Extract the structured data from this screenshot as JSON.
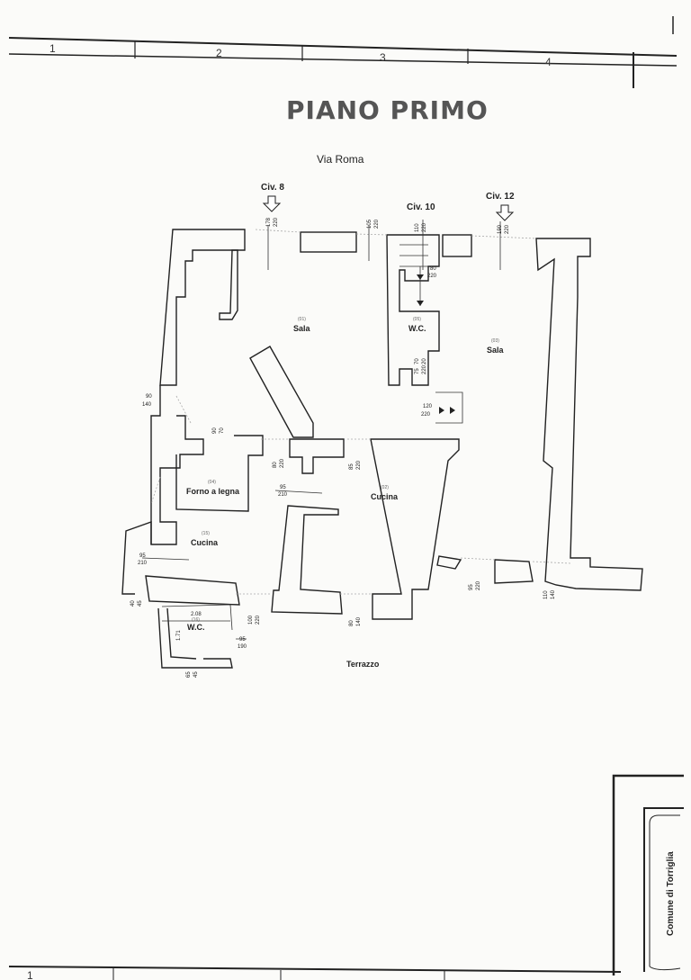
{
  "sheet": {
    "grid_top": [
      "1",
      "2",
      "3",
      "4"
    ],
    "grid_bottom_first": "1"
  },
  "plan": {
    "title": "PIANO PRIMO",
    "street": "Via Roma",
    "bottom_label": "Terrazzo",
    "entrances": [
      {
        "label": "Civ. 8"
      },
      {
        "label": "Civ. 10"
      },
      {
        "label": "Civ. 12"
      }
    ],
    "rooms": {
      "sala_left": {
        "name": "Sala",
        "code": "(01)"
      },
      "wc_top": {
        "name": "W.C.",
        "code": "(05)"
      },
      "sala_right": {
        "name": "Sala",
        "code": "(03)"
      },
      "forno": {
        "name": "Forno a legna",
        "code": "(04)"
      },
      "cucina_center": {
        "name": "Cucina",
        "code": "(02)"
      },
      "cucina_left": {
        "name": "Cucina",
        "code": "(15)"
      },
      "wc_bottom": {
        "name": "W.C.",
        "code": "(16)"
      }
    },
    "dimensions": {
      "d_178_220": [
        "178",
        "220"
      ],
      "d_105_220": [
        "105",
        "220"
      ],
      "d_110_220": [
        "110",
        "220"
      ],
      "d_190_220": [
        "190",
        "220"
      ],
      "d_80_220_stair": [
        "80",
        "220"
      ],
      "d_75_70_220_20": [
        "75",
        "70",
        "220",
        "20"
      ],
      "d_90_140": [
        "90",
        "140"
      ],
      "d_90_70": [
        "90",
        "70"
      ],
      "d_120_220": [
        "120",
        "220"
      ],
      "d_80_220": [
        "80",
        "220"
      ],
      "d_85_220": [
        "85",
        "220"
      ],
      "d_95_210_center": [
        "95",
        "210"
      ],
      "d_95_210_left": [
        "95",
        "210"
      ],
      "d_40_45": [
        "40",
        "45"
      ],
      "d_2_08": "2.08",
      "d_1_71": "1.71",
      "d_100_220": [
        "100",
        "220"
      ],
      "d_95_190": [
        "95",
        "190"
      ],
      "d_80_140": [
        "80",
        "140"
      ],
      "d_65_45": [
        "65",
        "45"
      ],
      "d_95_220": [
        "95",
        "220"
      ],
      "d_110_140": [
        "110",
        "140"
      ]
    }
  },
  "stamp": {
    "text": "Comune di Torriglia"
  }
}
